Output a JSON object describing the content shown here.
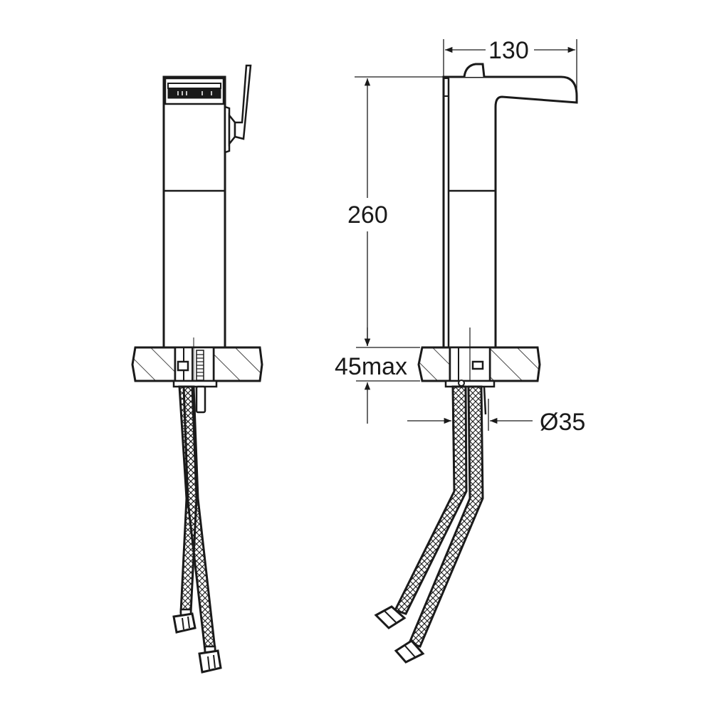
{
  "drawing": {
    "title": "Basin mixer tap - technical dimension drawing",
    "views": [
      "front-view",
      "side-view"
    ],
    "colors": {
      "line": "#1a1a1a",
      "background": "#ffffff"
    },
    "dimensions": {
      "spout_reach": "130",
      "height": "260",
      "counter_thickness": "45max",
      "hole_diameter": "Ø35"
    }
  }
}
